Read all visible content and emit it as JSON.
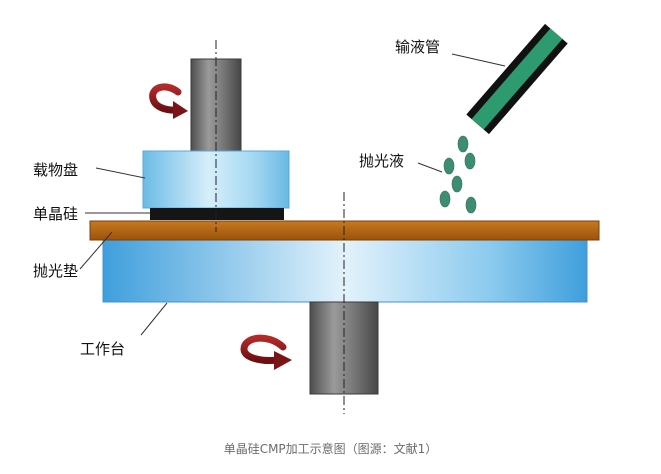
{
  "labels": {
    "carrier": "载物盘",
    "wafer": "单晶硅",
    "pad": "抛光垫",
    "table": "工作台",
    "tube": "输液管",
    "slurry": "抛光液"
  },
  "caption": "单晶硅CMP加工示意图（图源：文献1）",
  "colors": {
    "shaft": "#6c6c6c",
    "carrier": "#8ecfee",
    "wafer": "#151515",
    "pad": "#b5650f",
    "table": "#5aaee2",
    "tube": "#2e9a6f",
    "slurry_drop": "#3e8d72",
    "rotation_arrow": "#8b1a1a"
  }
}
